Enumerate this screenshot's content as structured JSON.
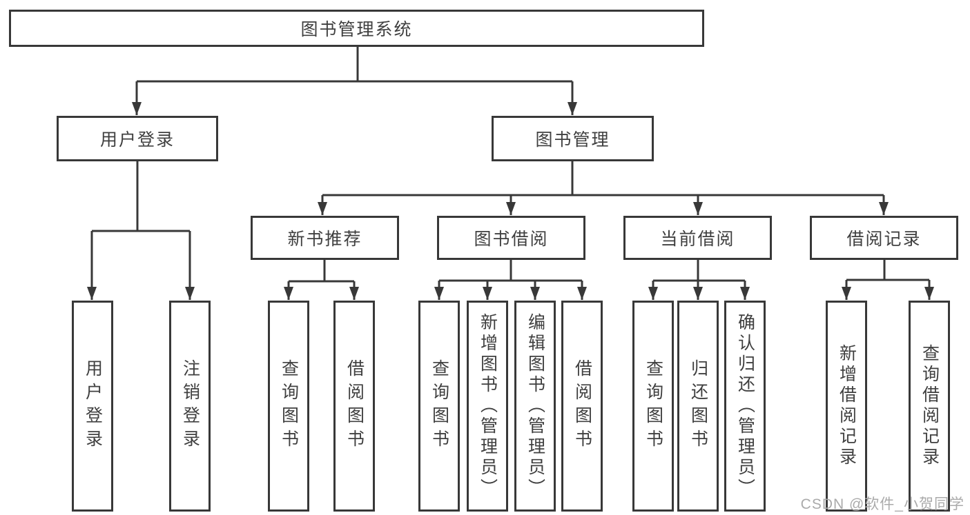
{
  "diagram": {
    "root": {
      "label": "图书管理系统",
      "children": [
        {
          "label": "用户登录",
          "children": [
            {
              "label": "用户登录"
            },
            {
              "label": "注销登录"
            }
          ]
        },
        {
          "label": "图书管理",
          "children": [
            {
              "label": "新书推荐",
              "children": [
                {
                  "label": "查询图书"
                },
                {
                  "label": "借阅图书"
                }
              ]
            },
            {
              "label": "图书借阅",
              "children": [
                {
                  "label": "查询图书"
                },
                {
                  "label": "新增图书（管理员）"
                },
                {
                  "label": "编辑图书（管理员）"
                },
                {
                  "label": "借阅图书"
                }
              ]
            },
            {
              "label": "当前借阅",
              "children": [
                {
                  "label": "查询图书"
                },
                {
                  "label": "归还图书"
                },
                {
                  "label": "确认归还（管理员）"
                }
              ]
            },
            {
              "label": "借阅记录",
              "children": [
                {
                  "label": "新增借阅记录"
                },
                {
                  "label": "查询借阅记录"
                }
              ]
            }
          ]
        }
      ]
    }
  },
  "watermark": {
    "text": "CSDN @软件_小贺同学"
  },
  "colors": {
    "line": "#383838",
    "text": "#3f3f3f",
    "box_background": "#ffffff",
    "watermark": "#aaaaaa"
  }
}
